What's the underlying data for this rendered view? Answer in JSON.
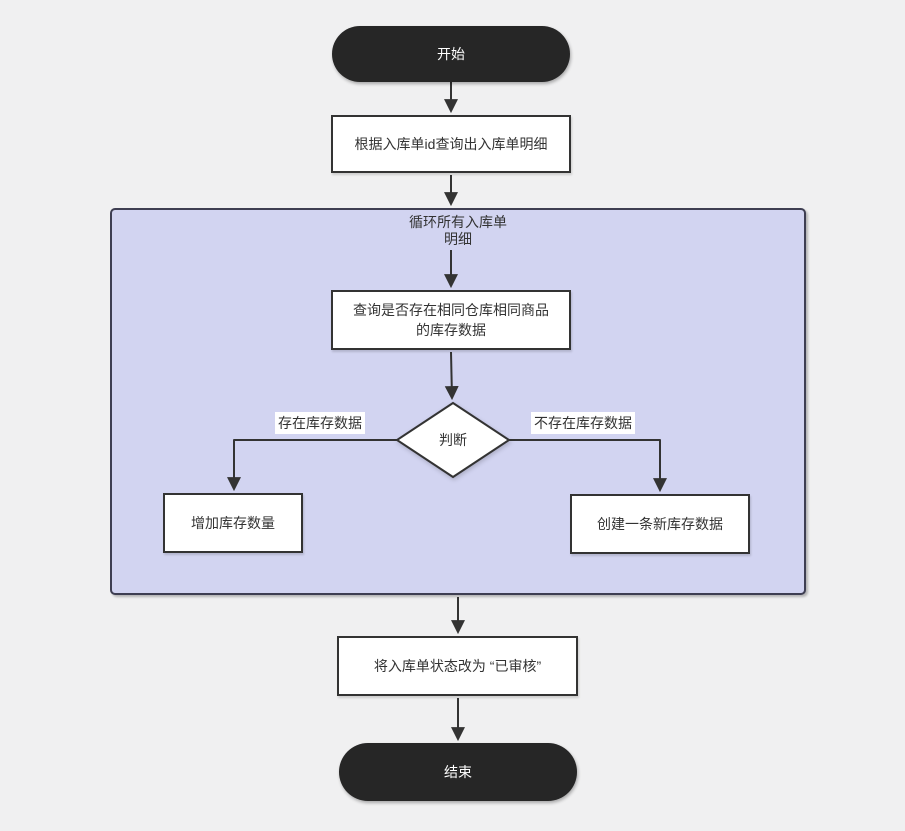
{
  "diagram": {
    "nodes": {
      "start": {
        "label": "开始"
      },
      "query_details": {
        "label": "根据入库单id查询出入库单明细"
      },
      "loop": {
        "label_line1": "循环所有入库单",
        "label_line2": "明细"
      },
      "check_stock": {
        "line1": "查询是否存在相同仓库相同商品",
        "line2": "的库存数据"
      },
      "decision": {
        "label": "判断"
      },
      "increase_stock": {
        "label": "增加库存数量"
      },
      "create_stock": {
        "label": "创建一条新库存数据"
      },
      "update_status": {
        "label": "将入库单状态改为 “已审核”"
      },
      "end": {
        "label": "结束"
      }
    },
    "edges": {
      "exists_label": "存在库存数据",
      "not_exists_label": "不存在库存数据"
    },
    "colors": {
      "background": "#f0f0f1",
      "terminal_fill": "#262626",
      "terminal_text": "#ffffff",
      "node_fill": "#ffffff",
      "node_border": "#333333",
      "loop_fill": "#d2d4f1",
      "loop_border": "#3e3e52",
      "arrow": "#333333",
      "text": "#333333",
      "edge_label_bg": "#ffffff"
    }
  }
}
